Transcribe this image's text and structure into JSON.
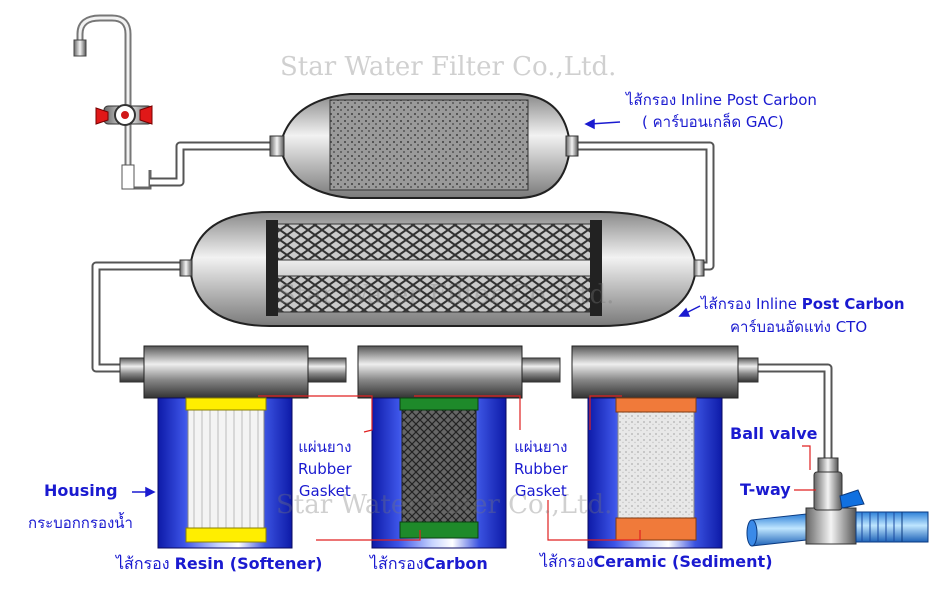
{
  "watermark": {
    "company": "Star Water Filter Co.,Ltd."
  },
  "labels": {
    "post_carbon_top_line1": "ไส้กรอง Inline Post Carbon",
    "post_carbon_top_line2": "( คาร์บอนเกล็ด GAC)",
    "post_carbon_mid_prefix": "ไส้กรอง Inline ",
    "post_carbon_mid_bold": "Post Carbon",
    "post_carbon_mid_line2": "คาร์บอนอัดแท่ง CTO",
    "housing_en": "Housing",
    "housing_th": "กระบอกกรองน้ำ",
    "gasket1_th": "แผ่นยาง",
    "gasket1_en1": "Rubber",
    "gasket1_en2": "Gasket",
    "gasket2_th": "แผ่นยาง",
    "gasket2_en1": "Rubber",
    "gasket2_en2": "Gasket",
    "ball_valve": "Ball valve",
    "t_way": "T-way",
    "resin_prefix": "ไส้กรอง ",
    "resin_bold": "Resin (Softener)",
    "carbon_prefix": "ไส้กรอง",
    "carbon_bold": "Carbon",
    "ceramic_prefix": "ไส้กรอง",
    "ceramic_bold": "Ceramic (Sediment)"
  },
  "colors": {
    "label_blue": "#1a1ad0",
    "housing_blue": "#1c2fc8",
    "resin_yellow": "#ffee00",
    "carbon_green": "#1e8a2a",
    "ceramic_orange": "#f07a3a",
    "gasket_red": "#e02020",
    "valve_blue": "#1070e0"
  }
}
